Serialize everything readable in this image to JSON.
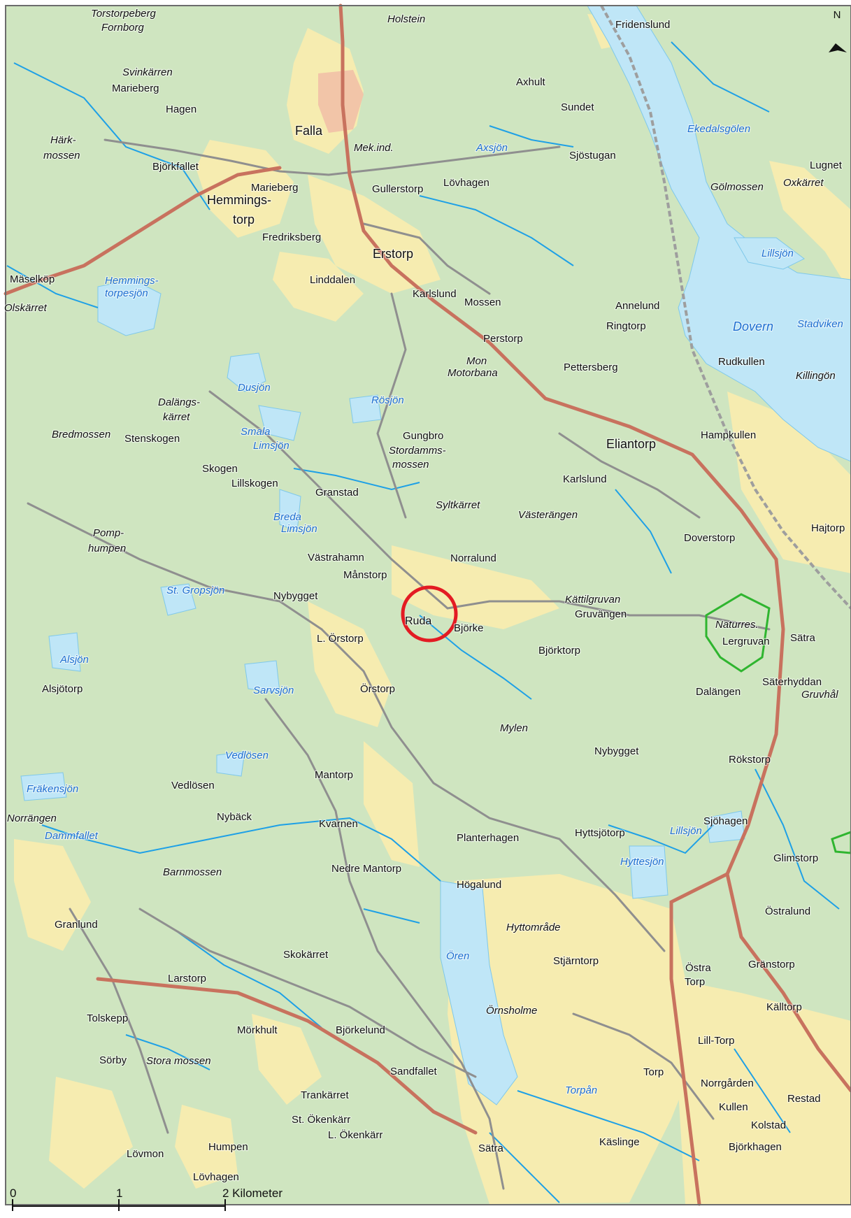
{
  "map": {
    "north_label": "N",
    "highlight_place": "Ruda",
    "colors": {
      "forest": "#cfe5c0",
      "open_land": "#f6ecb0",
      "water": "#bfe6f7",
      "stream": "#1ea0e6",
      "major_road": "#c8725e",
      "road": "#8f8f8f",
      "railway": "#9e9e9e",
      "reserve": "#2fb52f",
      "highlight": "#e31b23"
    },
    "scale_bar": {
      "ticks": [
        "0",
        "1",
        "2 Kilometer"
      ]
    }
  },
  "labels": {
    "places": [
      "Torstorpeberg",
      "Fornborg",
      "Holstein",
      "Fridenslund",
      "Svinkärren",
      "Marieberg",
      "Hagen",
      "Axhult",
      "Sundet",
      "Falla",
      "Mek.ind.",
      "Härk-",
      "mossen",
      "Sjöstugan",
      "Björkfallet",
      "Lugnet",
      "Marieberg",
      "Gullerstorp",
      "Lövhagen",
      "Gölmossen",
      "Oxkärret",
      "Hemmings-",
      "torp",
      "Fredriksberg",
      "Erstorp",
      "Mäselköp",
      "Karlslund",
      "Mossen",
      "Linddalen",
      "Annelund",
      "Olskärret",
      "Ringtorp",
      "Perstorp",
      "Mon",
      "Motorbana",
      "Pettersberg",
      "Rudkullen",
      "Killingön",
      "Dalängs-",
      "kärret",
      "Gungbro",
      "Stordamms-",
      "mossen",
      "Bredmossen",
      "Stenskogen",
      "Eliantorp",
      "Hampkullen",
      "Skogen",
      "Lillskogen",
      "Karlslund",
      "Granstad",
      "Syltkärret",
      "Västerängen",
      "Pomp-",
      "humpen",
      "Hajtorp",
      "Doverstorp",
      "Västrahamn",
      "Norralund",
      "Månstorp",
      "Nybygget",
      "Kättilgruvan",
      "Gruvängen",
      "Ruda",
      "Björke",
      "Naturres.",
      "Lergruvan",
      "Sätra",
      "L. Örstorp",
      "Björktorp",
      "Säterhyddan",
      "Gruvhål",
      "Alsjötorp",
      "Örstorp",
      "Dalängen",
      "Mylen",
      "Nybygget",
      "Rökstorp",
      "Mantorp",
      "Vedlösen",
      "Norrängen",
      "Nybäck",
      "Kvarnen",
      "Sjöhagen",
      "Planterhagen",
      "Hyttsjötorp",
      "Glimstorp",
      "Barnmossen",
      "Nedre Mantorp",
      "Högalund",
      "Östralund",
      "Granlund",
      "Hyttområde",
      "Skokärret",
      "Stjärntorp",
      "Östra",
      "Torp",
      "Gränstorp",
      "Larstorp",
      "Tolskepp",
      "Källtorp",
      "Örnsholme",
      "Mörkhult",
      "Björkelund",
      "Lill-Torp",
      "Sörby",
      "Stora mossen",
      "Sandfallet",
      "Torp",
      "Norrgården",
      "Trankärret",
      "Kullen",
      "Restad",
      "St. Ökenkärr",
      "Kolstad",
      "L. Ökenkärr",
      "Käslinge",
      "Björkhagen",
      "Lövmon",
      "Humpen",
      "Sätra",
      "Lövhagen"
    ],
    "waters": [
      "Axsjön",
      "Ekedalsgölen",
      "Lillsjön",
      "Hemmings-",
      "torpesjön",
      "Dovern",
      "Stadviken",
      "Dusjön",
      "Rösjön",
      "Smala",
      "Limsjön",
      "Breda",
      "Limsjön",
      "St. Gropsjön",
      "Alsjön",
      "Sarvsjön",
      "Vedlösen",
      "Fräkensjön",
      "Dammfallet",
      "Lillsjön",
      "Hyttesjön",
      "Ören",
      "Torpån"
    ]
  }
}
